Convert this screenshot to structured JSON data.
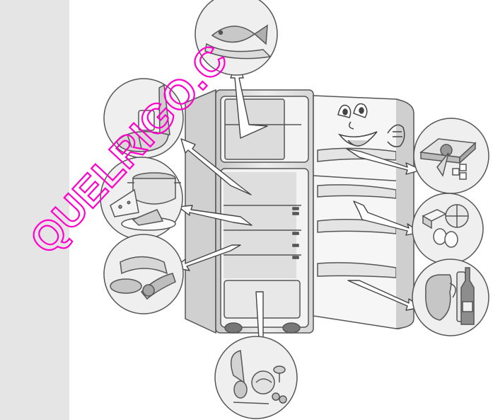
{
  "watermark": {
    "text": "QUELRIGO.C",
    "color": "#ff00cc"
  },
  "colors": {
    "panel": "#e5e5e5",
    "stroke": "#555555",
    "fill_light": "#f4f4f4",
    "fill_mid": "#d8d8d8",
    "fill_dark": "#a9a9a9"
  },
  "food_circles": [
    {
      "id": "fish",
      "icon": "fish-icon"
    },
    {
      "id": "bread-bottle",
      "icon": "bread-bottle-icon"
    },
    {
      "id": "pot-cheese-cake",
      "icon": "pot-cheese-cake-icon"
    },
    {
      "id": "sausage-meat",
      "icon": "sausage-meat-icon"
    },
    {
      "id": "vegetables",
      "icon": "vegetables-icon"
    },
    {
      "id": "ice-cream",
      "icon": "ice-cream-icon"
    },
    {
      "id": "butter-eggs",
      "icon": "butter-eggs-icon"
    },
    {
      "id": "drinks",
      "icon": "drinks-icon"
    }
  ]
}
